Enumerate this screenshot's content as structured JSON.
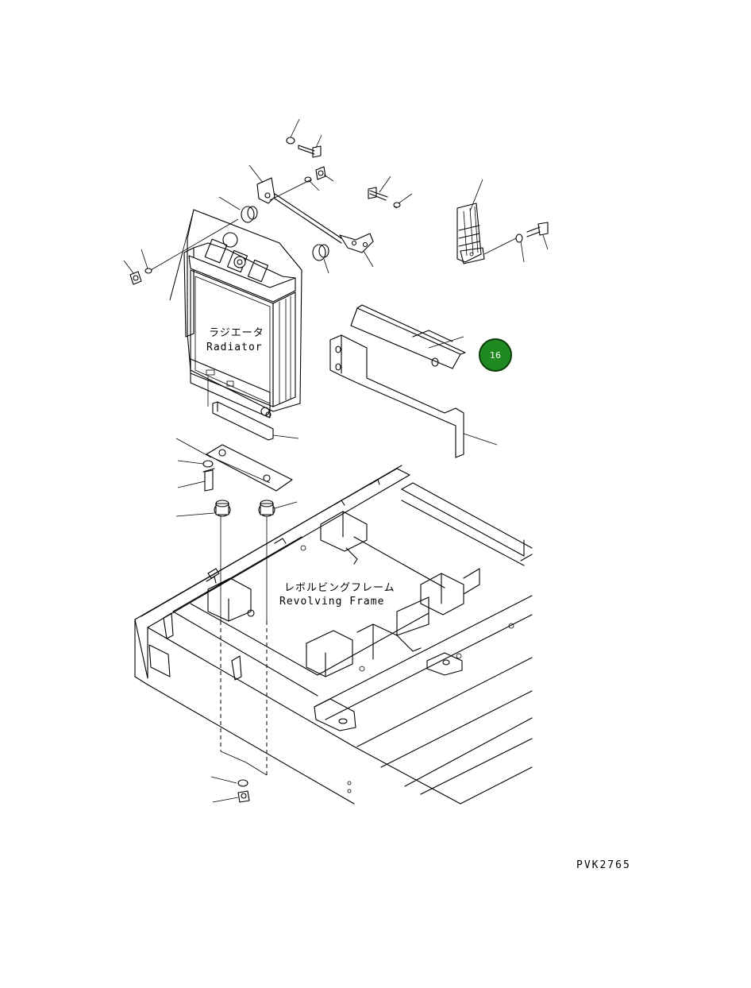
{
  "labels": {
    "radiator_jp": "ラジエータ",
    "radiator_en": "Radiator",
    "frame_jp": "レボルビングフレーム",
    "frame_en": "Revolving Frame",
    "drawing_code": "PVK2765"
  },
  "callout": {
    "number": "16",
    "color": "#1f8a1f",
    "border_color": "#0b3d0b"
  }
}
